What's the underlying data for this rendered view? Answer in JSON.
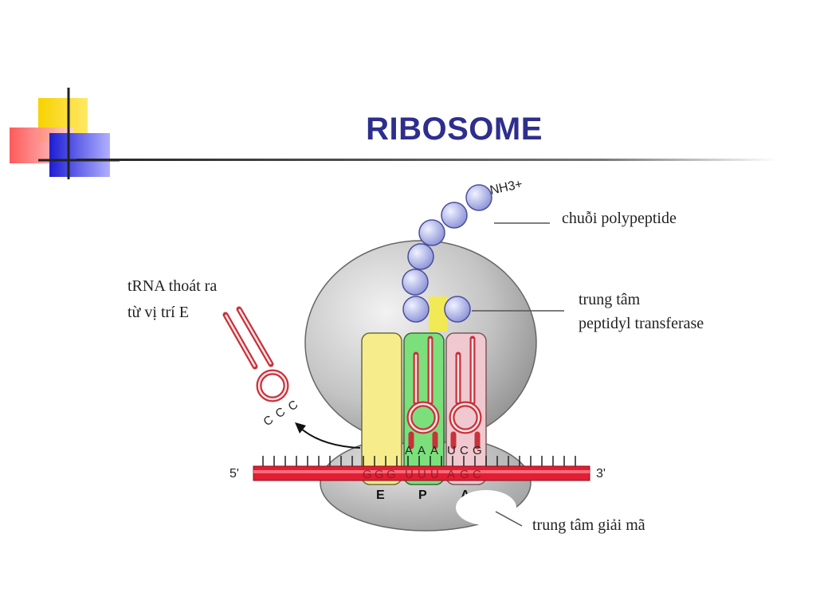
{
  "slide": {
    "title": "RIBOSOME",
    "accent_colors": {
      "yellow": "#f7d200",
      "red": "#ff5a5a",
      "blue": "#2a2ad8",
      "title": "#2e2e8e"
    }
  },
  "diagram": {
    "labels": {
      "polypeptide_chain": "chuỗi polypeptide",
      "peptidyl_center_line1": "trung tâm",
      "peptidyl_center_line2": "peptidyl transferase",
      "trna_exit_line1": "tRNA thoát ra",
      "trna_exit_line2": "từ vị trí E",
      "decoding_center": "trung tâm giải mã",
      "nh3": "NH3+",
      "five_prime": "5'",
      "three_prime": "3'"
    },
    "sites": [
      "E",
      "P",
      "A"
    ],
    "codons": {
      "E": [
        "G",
        "G",
        "G"
      ],
      "P": [
        "U",
        "U",
        "U"
      ],
      "A": [
        "A",
        "G",
        "C"
      ]
    },
    "anticodons": {
      "P": [
        "A",
        "A",
        "A"
      ],
      "A": [
        "U",
        "C",
        "G"
      ],
      "exiting": [
        "C",
        "C",
        "C"
      ]
    },
    "colors": {
      "ribosome": "#b8b8b8",
      "e_site": "#f6ec8c",
      "p_site": "#7be07b",
      "a_site": "#f0c8d0",
      "trna": "#e05a64",
      "mrna": "#e21e34",
      "bead": "#b9bdf2"
    }
  }
}
